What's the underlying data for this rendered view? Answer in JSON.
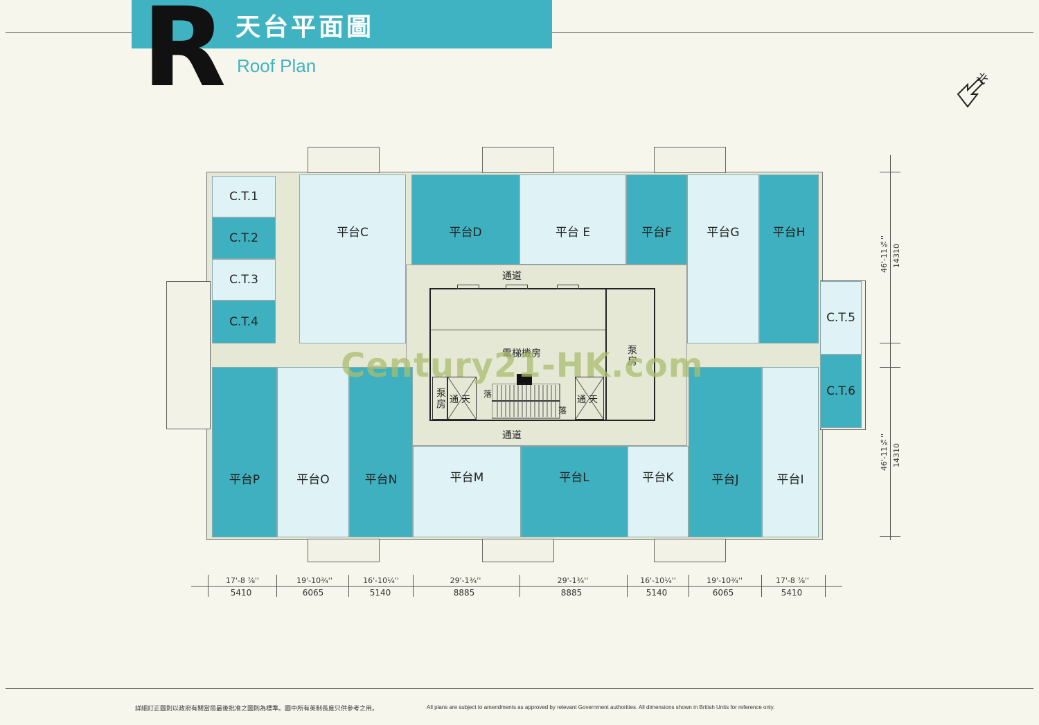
{
  "header": {
    "letter": "R",
    "title_zh": "天台平面圖",
    "title_en": "Roof Plan"
  },
  "north_label": "北",
  "tanks": [
    "C.T.1",
    "C.T.2",
    "C.T.3",
    "C.T.4",
    "C.T.5",
    "C.T.6"
  ],
  "platforms_top": [
    "平台C",
    "平台D",
    "平台 E",
    "平台F",
    "平台G",
    "平台H"
  ],
  "platforms_bottom": [
    "平台P",
    "平台O",
    "平台N",
    "平台M",
    "平台L",
    "平台K",
    "平台J",
    "平台I"
  ],
  "core": {
    "corridor_top": "通道",
    "corridor_bottom": "通道",
    "lift_machine_room": "電梯機房",
    "pump_room_right": "泵房",
    "pump_room_left": "泵房",
    "light_well_left": "通天",
    "light_well_right": "通天",
    "stair_down_left": "落",
    "stair_down_right": "落"
  },
  "dimensions": {
    "widths_imperial": [
      "17'-8 ⅞''",
      "19'-10¾''",
      "16'-10¼''",
      "29'-1¾''",
      "29'-1¾''",
      "16'-10¼''",
      "19'-10¾''",
      "17'-8 ⅞''"
    ],
    "widths_metric": [
      "5410",
      "6065",
      "5140",
      "8885",
      "8885",
      "5140",
      "6065",
      "5410"
    ],
    "height_upper_imperial": "46'-11⅜''",
    "height_upper_metric": "14310",
    "height_lower_imperial": "46'-11⅜''",
    "height_lower_metric": "14310"
  },
  "watermark": "Century21-HK.com",
  "footnote_zh": "詳細訂正圖則以政府有關當局最後批准之圖則為標準。圖中所有英制長度只供參考之用。",
  "footnote_en": "All plans are subject to amendments as approved by relevant Government authorities. All dimensions shown in British Units for reference only."
}
